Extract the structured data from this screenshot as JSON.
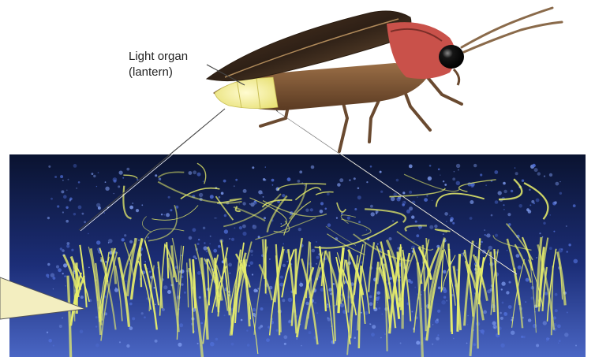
{
  "labels": {
    "light_organ_line1": "Light organ",
    "light_organ_line2": "(lantern)"
  },
  "colors": {
    "micro_bg_top": "#0a1330",
    "micro_bg_bottom": "#3b57b8",
    "trachea_yellow": "#e8ef6a",
    "tissue_blue": "#4f6ed6",
    "lantern_glow": "#f4f2a2",
    "body_brown": "#6b4a2b",
    "wing_dark": "#3a2a1c",
    "head_red": "#c9514a"
  },
  "icons": {
    "firefly": "firefly-illustration",
    "micrograph": "lantern-tracheal-micrograph",
    "zoom_callout": "magnifier-callout"
  }
}
